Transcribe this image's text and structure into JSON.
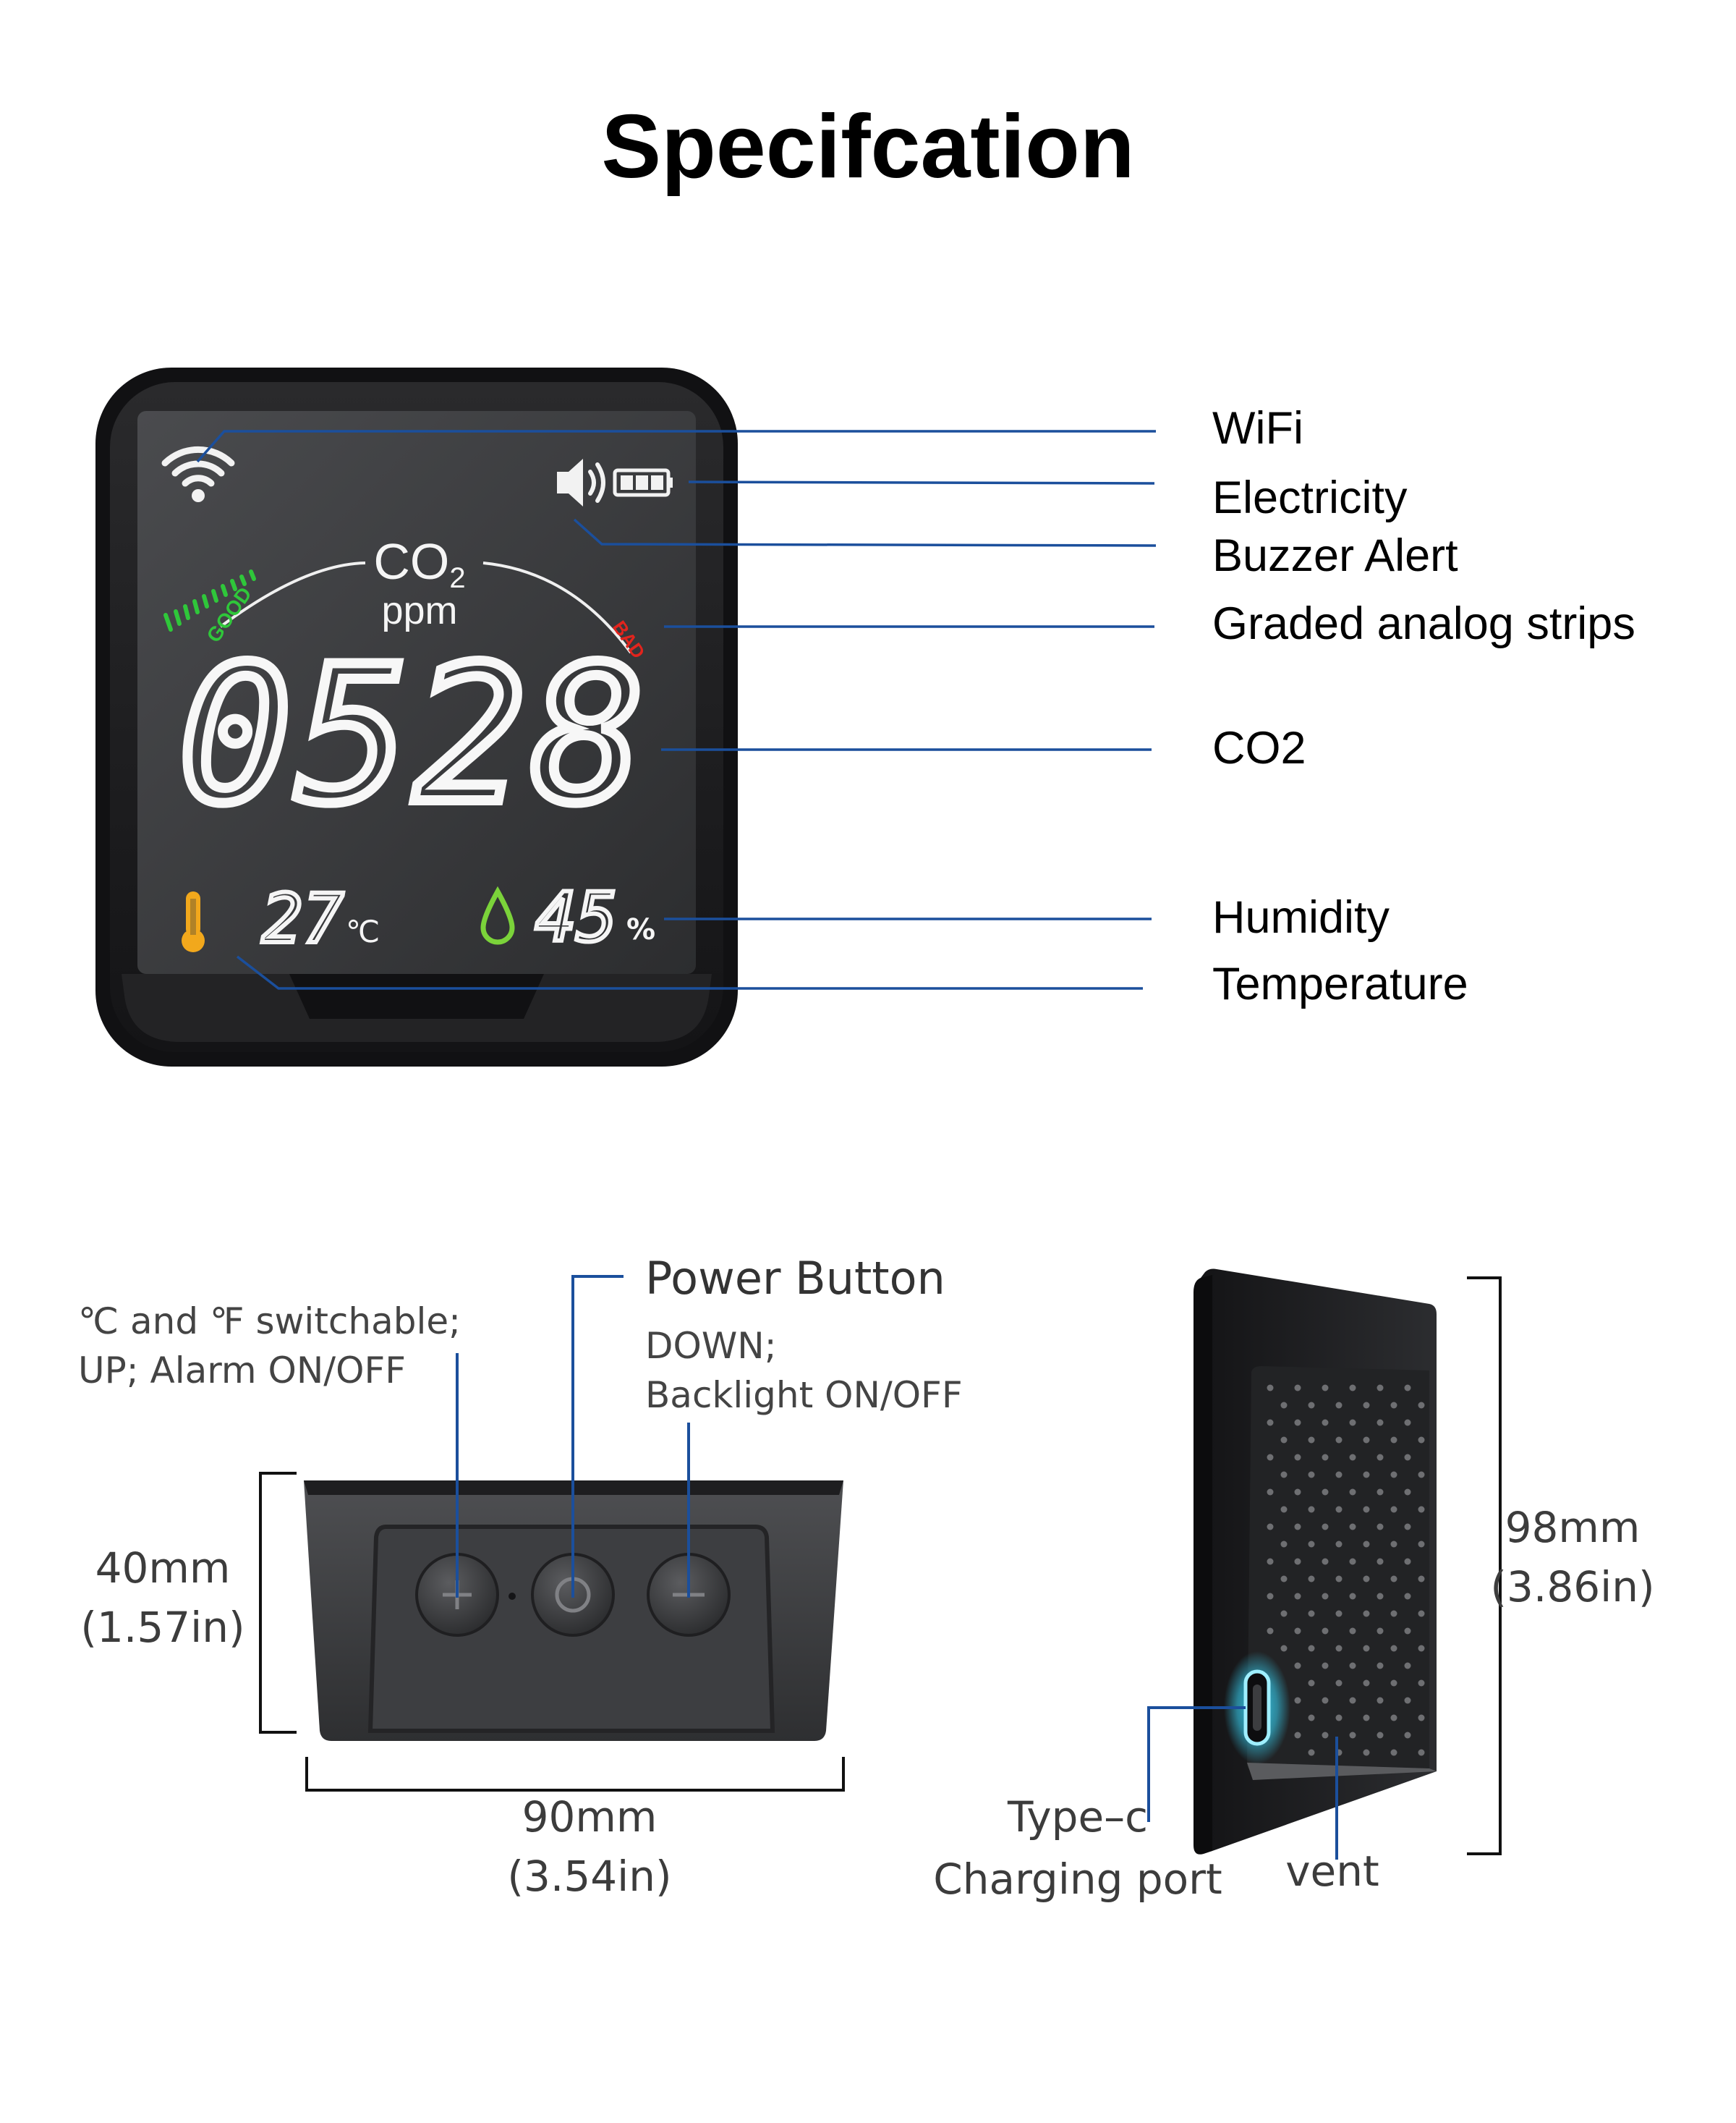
{
  "title": "Specifcation",
  "screen": {
    "co2_label": "CO",
    "co2_sub": "2",
    "unit": "ppm",
    "good": "GOOD",
    "bad": "BAD",
    "co2_value": "0528",
    "temperature": "27",
    "temperature_unit": "℃",
    "humidity": "45",
    "humidity_unit": "%"
  },
  "callouts": [
    "WiFi",
    "Electricity",
    "Buzzer Alert",
    "Graded analog strips",
    "CO2",
    "Humidity",
    "Temperature"
  ],
  "bottom_view": {
    "power_button": "Power Button",
    "left_note": [
      "℃ and ℉ switchable;",
      "UP; Alarm ON/OFF"
    ],
    "right_note": [
      "DOWN;",
      "Backlight ON/OFF"
    ],
    "height_mm": "40mm",
    "height_in": "(1.57in)",
    "width_mm": "90mm",
    "width_in": "(3.54in)"
  },
  "side_view": {
    "height_mm": "98mm",
    "height_in": "(3.86in)",
    "port_label": [
      "Type–c",
      "Charging port"
    ],
    "vent_label": "vent"
  },
  "colors": {
    "leader_line": "#1b4f9c",
    "screen": "#3a3b3d",
    "bezel": "#1c1c1e",
    "good": "#2fc73a",
    "bad": "#e2241d",
    "usb_glow": "#35c8e8",
    "thermometer": "#f2a81c"
  }
}
